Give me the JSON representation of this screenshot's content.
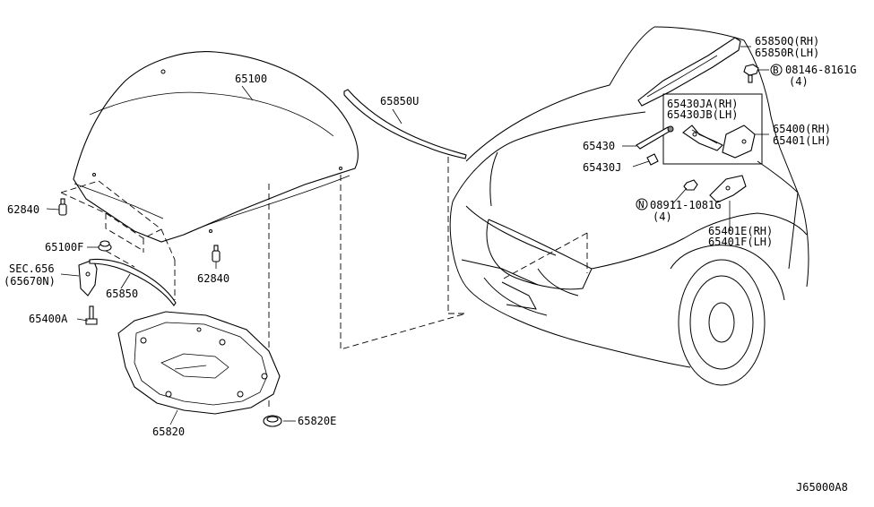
{
  "labels": {
    "hood": "65100",
    "hood_seal": "65850U",
    "bumper_62840_left": "62840",
    "bumper_62840_right": "62840",
    "hood_65100f": "65100F",
    "sec_ref": "SEC.656",
    "sec_ref_part": "(65670N)",
    "rod_65850": "65850",
    "bolt_65400a": "65400A",
    "insulator": "65820",
    "clip_65820e": "65820E",
    "cover_rh": "65850Q(RH)",
    "cover_lh": "65850R(LH)",
    "bolt_b": "08146-8161G",
    "bolt_b_qty": "(4)",
    "stay_ja": "65430JA(RH)",
    "stay_jb": "65430JB(LH)",
    "stay": "65430",
    "stay_j": "65430J",
    "hinge_rh": "65400(RH)",
    "hinge_lh": "65401(LH)",
    "nut_n": "08911-1081G",
    "nut_n_qty": "(4)",
    "hinge_e_rh": "65401E(RH)",
    "hinge_f_lh": "65401F(LH)",
    "diagram_code": "J65000A8"
  },
  "symbols": {
    "bolt_marker": "B",
    "nut_marker": "N"
  },
  "icons": [
    "bolt-b-circle-icon",
    "nut-n-circle-icon"
  ]
}
